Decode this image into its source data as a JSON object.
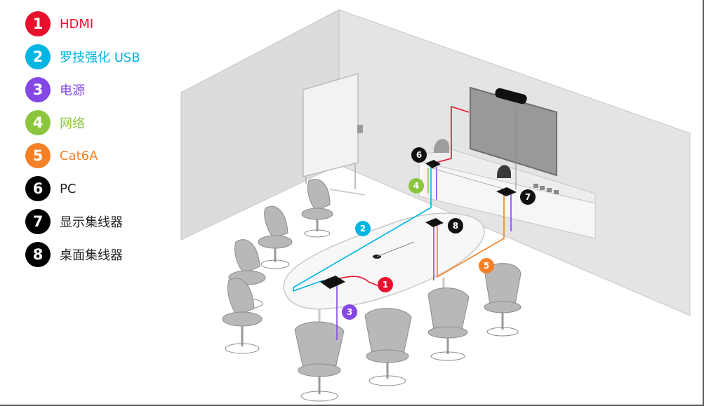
{
  "legend": {
    "items": [
      {
        "number": "1",
        "label": "HDMI",
        "color": "#e8112d",
        "label_color": "#e8112d"
      },
      {
        "number": "2",
        "label": "罗技强化 USB",
        "color": "#00b5e2",
        "label_color": "#00b5e2"
      },
      {
        "number": "3",
        "label": "电源",
        "color": "#8447e6",
        "label_color": "#8447e6"
      },
      {
        "number": "4",
        "label": "网络",
        "color": "#8cc63f",
        "label_color": "#8cc63f"
      },
      {
        "number": "5",
        "label": "Cat6A",
        "color": "#f58025",
        "label_color": "#f58025"
      },
      {
        "number": "6",
        "label": "PC",
        "color": "#000000",
        "label_color": "#222222"
      },
      {
        "number": "7",
        "label": "显示集线器",
        "color": "#000000",
        "label_color": "#222222"
      },
      {
        "number": "8",
        "label": "桌面集线器",
        "color": "#000000",
        "label_color": "#222222"
      }
    ]
  },
  "callouts": {
    "hdmi": "1",
    "usb": "2",
    "power": "3",
    "network": "4",
    "cat6a": "5",
    "pc": "6",
    "display_hub": "7",
    "table_hub": "8"
  },
  "colors": {
    "wall": "#e6e6e6",
    "wall_side": "#d2d2d2",
    "floor": "#ffffff",
    "chair": "#b4b4b4",
    "screen": "#9a9a9a"
  }
}
